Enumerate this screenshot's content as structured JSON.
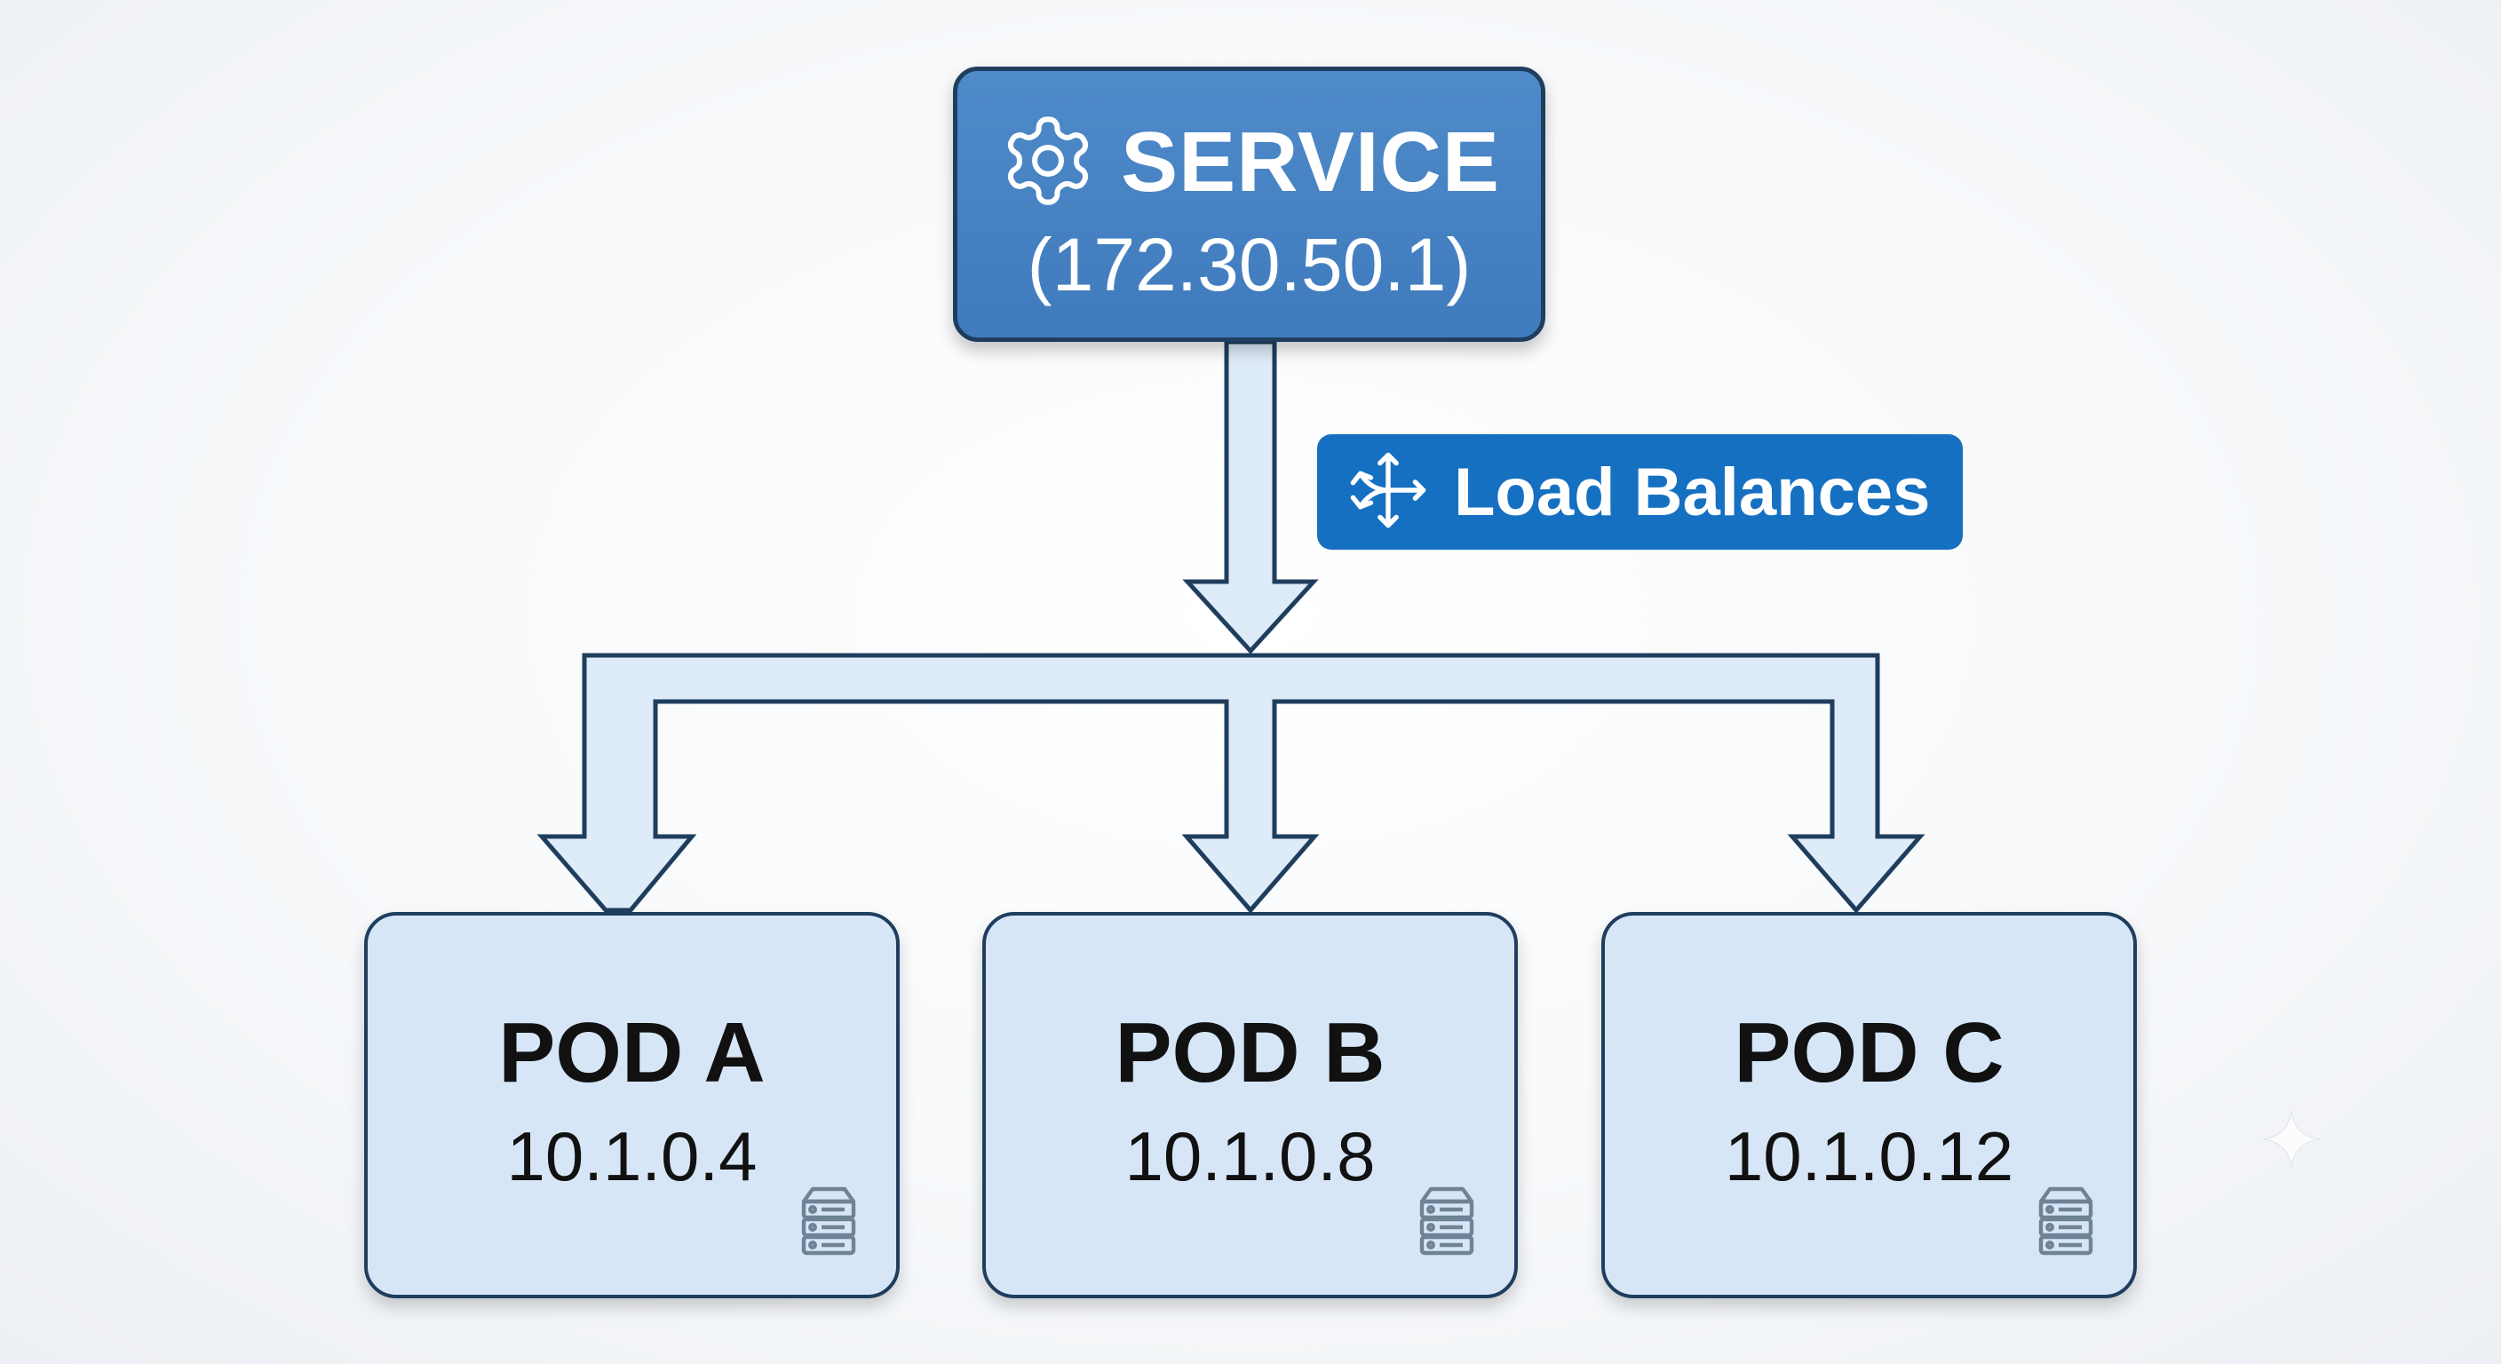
{
  "service": {
    "title": "SERVICE",
    "ip": "(172.30.50.1)",
    "icon": "gear-icon"
  },
  "load_balancer": {
    "label": "Load Balances",
    "icon": "load-balance-arrows-icon"
  },
  "pods": [
    {
      "name": "POD A",
      "ip": "10.1.0.4",
      "icon": "server-icon"
    },
    {
      "name": "POD B",
      "ip": "10.1.0.8",
      "icon": "server-icon"
    },
    {
      "name": "POD C",
      "ip": "10.1.0.12",
      "icon": "server-icon"
    }
  ],
  "colors": {
    "service_fill": "#4a85c5",
    "outline": "#1f3e5e",
    "connector_fill": "#deebf8",
    "pod_fill": "#d7e6f7",
    "badge_fill": "#1670c1",
    "text_light": "#ffffff",
    "text_dark": "#111111"
  }
}
